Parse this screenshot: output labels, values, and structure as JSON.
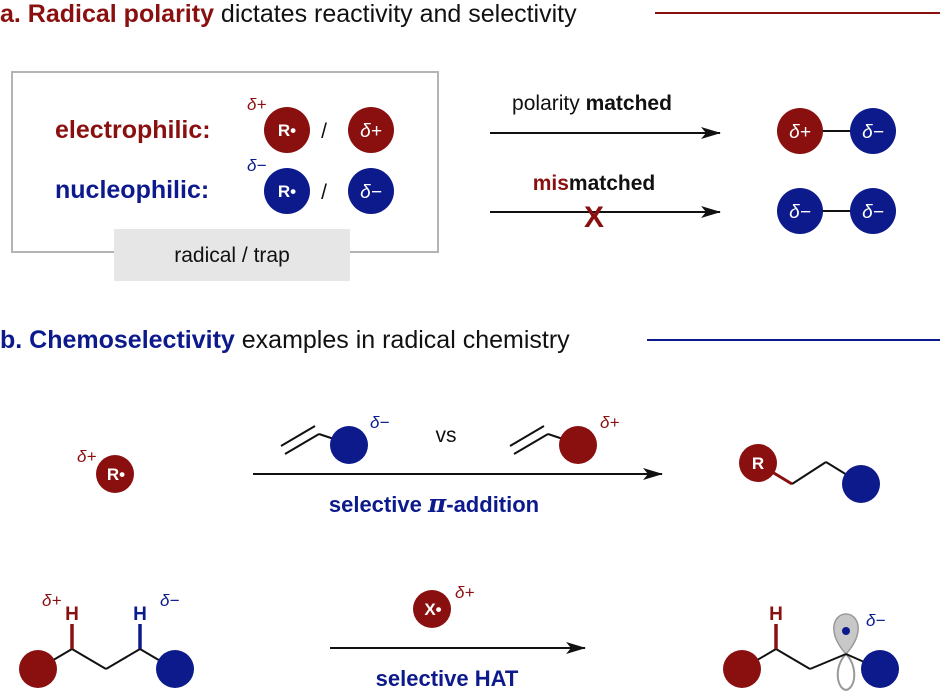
{
  "colors": {
    "electrophilic": "#8a1010",
    "nucleophilic": "#0c1a8c",
    "text": "#111111",
    "trap_box": "#e6e6e6",
    "orbital": "#c8c8c8"
  },
  "section_a": {
    "prefix": "a. ",
    "highlight": "Radical polarity",
    "rest": " dictates reactivity and selectivity",
    "electrophilic_label": "electrophilic:",
    "nucleophilic_label": "nucleophilic:",
    "radical_symbol": "R•",
    "slash": "/",
    "delta_plus": "δ+",
    "delta_minus": "δ−",
    "box_caption": "radical / trap",
    "matched_normal": "polarity ",
    "matched_bold": "matched",
    "mismatched_prefix": "mis",
    "mismatched_rest": "matched",
    "blocked_mark": "X"
  },
  "section_b": {
    "prefix": "b. ",
    "highlight": "Chemoselectivity",
    "rest": " examples in radical chemistry",
    "radical_symbol": "R•",
    "vs": "vs",
    "addition_label_prefix": "selective ",
    "addition_label_pi": "π",
    "addition_label_suffix": "-addition",
    "product_label": "R",
    "hat_reagent": "X•",
    "hat_label": "selective HAT",
    "h_atom": "H",
    "delta_plus": "δ+",
    "delta_minus": "δ−"
  }
}
